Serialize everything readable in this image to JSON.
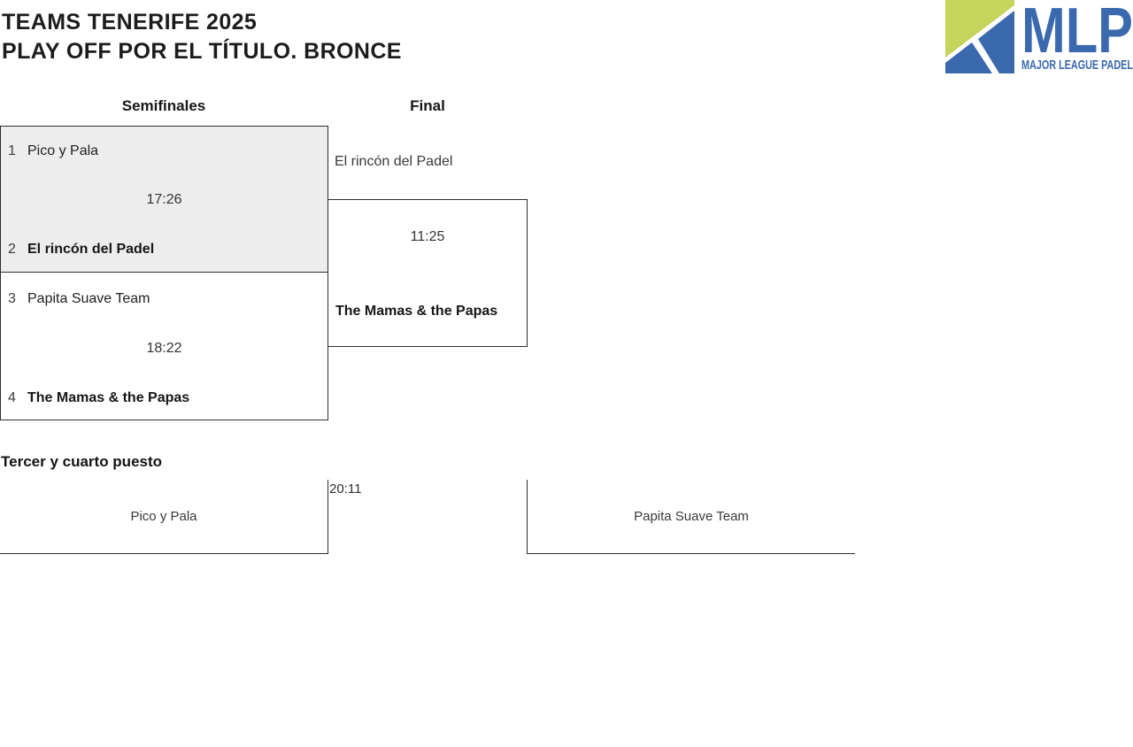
{
  "header": {
    "title_line1": "TEAMS TENERIFE 2025",
    "title_line2": "PLAY OFF POR EL TÍTULO. BRONCE"
  },
  "logo": {
    "wordmark": "MLP",
    "tagline": "MAJOR LEAGUE PADEL",
    "colors": {
      "green": "#c5d55c",
      "blue": "#3a69ae"
    }
  },
  "bracket": {
    "round_headers": [
      "Semifinales",
      "Final"
    ],
    "semifinals": [
      {
        "time": "17:26",
        "teams": [
          {
            "seed": "1",
            "name": "Pico y Pala",
            "winner": false
          },
          {
            "seed": "2",
            "name": "El rincón del Padel",
            "winner": true
          }
        ]
      },
      {
        "time": "18:22",
        "teams": [
          {
            "seed": "3",
            "name": "Papita Suave Team",
            "winner": false
          },
          {
            "seed": "4",
            "name": "The Mamas & the Papas",
            "winner": true
          }
        ]
      }
    ],
    "final": {
      "time": "11:25",
      "teams": [
        {
          "name": "El rincón del Padel",
          "winner": false
        },
        {
          "name": "The Mamas & the Papas",
          "winner": true
        }
      ]
    }
  },
  "third_place": {
    "heading": "Tercer y cuarto puesto",
    "time": "20:11",
    "teams": [
      "Pico y Pala",
      "Papita Suave Team"
    ]
  }
}
